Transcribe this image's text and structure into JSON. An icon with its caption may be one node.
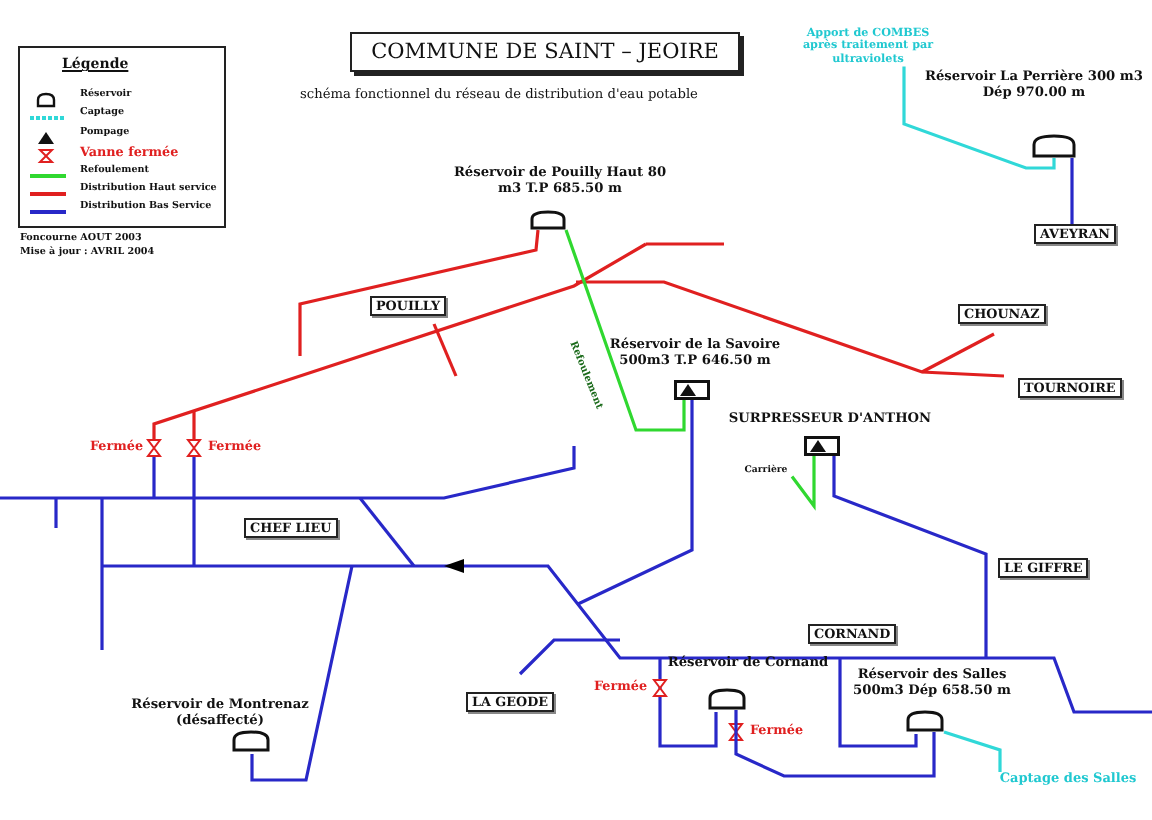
{
  "diagram": {
    "title": "COMMUNE DE SAINT – JEOIRE",
    "nodes": [
      {
        "text": [
          "Réservoir de Pouilly Haut 80 m3 T.P 685.50 m"
        ]
      },
      {
        "text": [
          "Réservoir de la Savoire 500m3 T.P 646.50 m"
        ]
      },
      {
        "text": [
          "SURPRESSEUR D'ANTHON"
        ]
      },
      {
        "text": [
          "Réservoir La Perrière 300 m3 Dép 970.00 m"
        ]
      },
      {
        "text": [
          "Réservoir de Montrenaz (désaffecté)"
        ]
      },
      {
        "text": [
          "Réservoir de Cornand"
        ]
      },
      {
        "text": [
          "Réservoir des Salles 500m3 Dép 658.50 m"
        ]
      },
      {
        "text": [
          "POUILLY"
        ]
      },
      {
        "text": [
          "CHOUNAZ"
        ]
      },
      {
        "text": [
          "TOURNOIRE"
        ]
      },
      {
        "text": [
          "AVEYRAN"
        ]
      },
      {
        "text": [
          "CHEF LIEU"
        ]
      },
      {
        "text": [
          "LE GIFFRE"
        ]
      },
      {
        "text": [
          "CORNAND"
        ]
      },
      {
        "text": [
          "LA GEODE"
        ]
      },
      {
        "text": [
          "Apport de COMBES après traitement par ultraviolets"
        ]
      },
      {
        "text": [
          "Carrière"
        ]
      },
      {
        "text": [
          "Captage des Salles"
        ]
      }
    ],
    "edges": [
      {
        "from": 3,
        "to": 10,
        "arrow": "none",
        "color": "#2828c8"
      },
      {
        "from": 15,
        "to": 3,
        "arrow": "none",
        "color": "#30d8d8"
      },
      {
        "from": 1,
        "to": 0,
        "arrow": "none",
        "color": "#30d830",
        "label": "Refoulement"
      },
      {
        "from": 16,
        "to": 2,
        "arrow": "none",
        "color": "#30d830"
      },
      {
        "from": 17,
        "to": 6,
        "arrow": "none",
        "color": "#30d8d8"
      },
      {
        "from": 5,
        "to": 6,
        "arrow": "none",
        "color": "#2828c8"
      }
    ],
    "labels": [
      "Légende",
      "schéma fonctionnel du réseau de distribution d'eau potable",
      "Foncourne AOUT 2003",
      "Mise à jour : AVRIL 2004",
      "Fermée",
      "Fermée",
      "Fermée",
      "Fermée"
    ],
    "legend": [
      {
        "text": "Réservoir"
      },
      {
        "text": "Captage",
        "color": "#30d8d8"
      },
      {
        "text": "Pompage"
      },
      {
        "text": "Vanne fermée"
      },
      {
        "text": "Refoulement",
        "color": "#30d830"
      },
      {
        "text": "Distribution Haut service",
        "color": "#e02020"
      },
      {
        "text": "Distribution Bas Service",
        "color": "#2828c8"
      }
    ]
  }
}
